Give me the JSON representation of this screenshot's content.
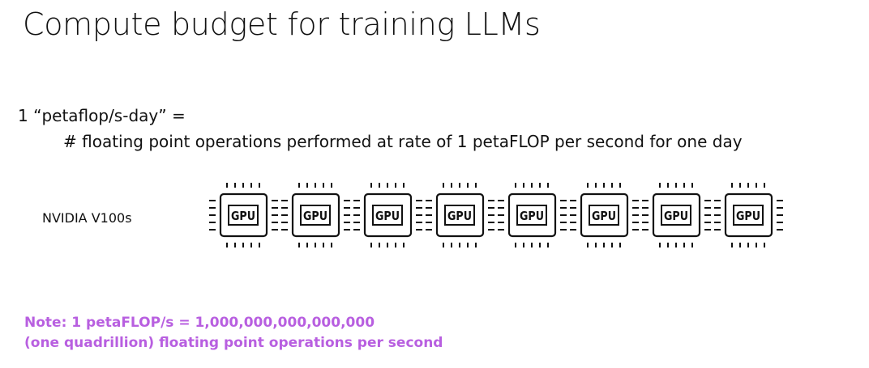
{
  "slide": {
    "title": "Compute budget for training LLMs",
    "definition_term": "1 “petaflop/s-day” =",
    "definition_text": "# floating point operations performed at rate of 1 petaFLOP per second for one day",
    "gpu_label": "NVIDIA V100s",
    "gpu_icon_text": "GPU",
    "gpu_count": 8,
    "note_line1": "Note: 1 petaFLOP/s = 1,000,000,000,000,000",
    "note_line2": "(one quadrillion) floating point operations per second",
    "note_color": "#b85fe0"
  }
}
